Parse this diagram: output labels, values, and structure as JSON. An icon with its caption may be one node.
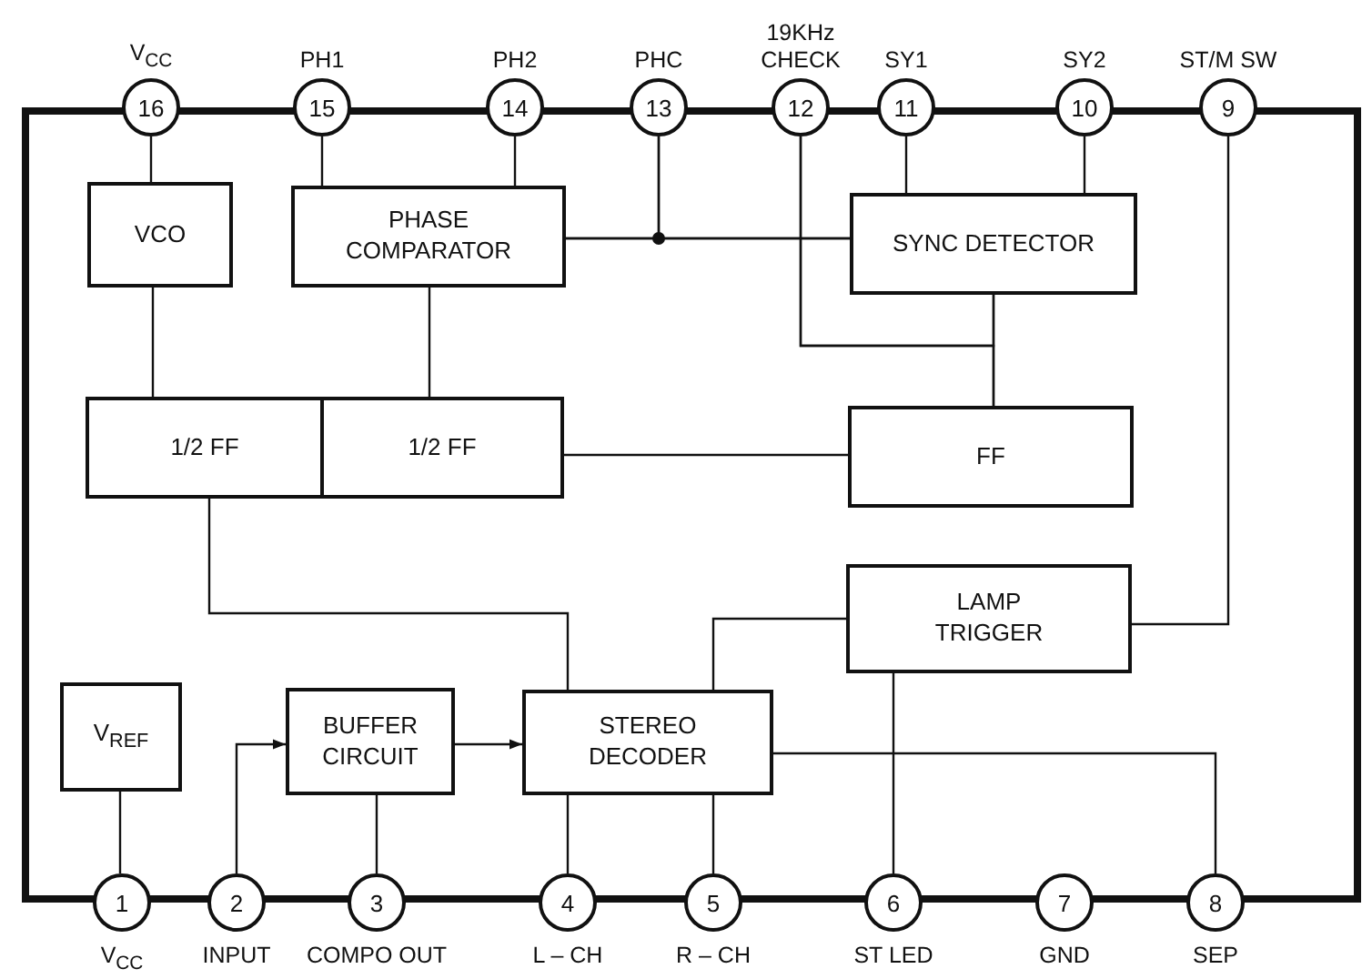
{
  "diagram": {
    "nodes": [
      {
        "text": [],
        "shape": "box"
      },
      {
        "text": [
          "16"
        ],
        "beside": [
          "V$_{CC}$"
        ]
      },
      {
        "text": [
          "15"
        ],
        "beside": [
          "PH1"
        ]
      },
      {
        "text": [
          "14"
        ],
        "beside": [
          "PH2"
        ]
      },
      {
        "text": [
          "13"
        ],
        "beside": [
          "PHC"
        ]
      },
      {
        "text": [
          "12"
        ],
        "beside": [
          "19KHz CHECK"
        ]
      },
      {
        "text": [
          "11"
        ],
        "beside": [
          "SY1"
        ]
      },
      {
        "text": [
          "10"
        ],
        "beside": [
          "SY2"
        ]
      },
      {
        "text": [
          "9"
        ],
        "beside": [
          "ST/M SW"
        ]
      },
      {
        "text": [
          "VCO"
        ],
        "in": 0
      },
      {
        "text": [
          "PHASE COMPARATOR"
        ],
        "in": 0
      },
      {
        "text": [
          "SYNC DETECTOR"
        ],
        "in": 0
      },
      {
        "text": [
          "1/2 FF"
        ],
        "in": 0
      },
      {
        "text": [
          "1/2 FF"
        ],
        "in": 0
      },
      {
        "text": [
          "FF"
        ],
        "in": 0
      },
      {
        "text": [
          "LAMP TRIGGER"
        ],
        "in": 0
      },
      {
        "text": [
          "V$_{REF}$"
        ],
        "in": 0
      },
      {
        "text": [
          "BUFFER CIRCUIT"
        ],
        "in": 0
      },
      {
        "text": [
          "STEREO DECODER"
        ],
        "in": 0
      },
      {
        "text": [
          "1"
        ],
        "beside": [
          "V$_{CC}$"
        ]
      },
      {
        "text": [
          "2"
        ],
        "beside": [
          "INPUT"
        ]
      },
      {
        "text": [
          "3"
        ],
        "beside": [
          "COMPO OUT"
        ]
      },
      {
        "text": [
          "4"
        ],
        "beside": [
          "L – CH"
        ]
      },
      {
        "text": [
          "5"
        ],
        "beside": [
          "R – CH"
        ]
      },
      {
        "text": [
          "6"
        ],
        "beside": [
          "ST LED"
        ]
      },
      {
        "text": [
          "7"
        ],
        "beside": [
          "GND"
        ]
      },
      {
        "text": [
          "8"
        ],
        "beside": [
          "SEP"
        ]
      }
    ],
    "edges": [
      {
        "from": 1,
        "to": 9,
        "arrow": "none"
      },
      {
        "from": 2,
        "to": 10,
        "arrow": "none"
      },
      {
        "from": 3,
        "to": 10,
        "arrow": "none"
      },
      {
        "from": 4,
        "to": 10,
        "arrow": "none"
      },
      {
        "from": 4,
        "to": 11,
        "arrow": "none"
      },
      {
        "from": 10,
        "to": 11,
        "arrow": "none"
      },
      {
        "from": 6,
        "to": 11,
        "arrow": "none"
      },
      {
        "from": 7,
        "to": 11,
        "arrow": "none"
      },
      {
        "from": 11,
        "to": 14,
        "arrow": "none"
      },
      {
        "from": 5,
        "to": 14,
        "arrow": "none"
      },
      {
        "from": 5,
        "to": 11,
        "arrow": "none"
      },
      {
        "from": 9,
        "to": 12,
        "arrow": "none"
      },
      {
        "from": 10,
        "to": 13,
        "arrow": "none"
      },
      {
        "from": 13,
        "to": 14,
        "arrow": "none"
      },
      {
        "from": 12,
        "to": 18,
        "arrow": "none"
      },
      {
        "from": 15,
        "to": 18,
        "arrow": "none"
      },
      {
        "from": 15,
        "to": 8,
        "arrow": "none"
      },
      {
        "from": 15,
        "to": 24,
        "arrow": "none"
      },
      {
        "from": 18,
        "to": 26,
        "arrow": "none"
      },
      {
        "from": 16,
        "to": 19,
        "arrow": "none"
      },
      {
        "from": 20,
        "to": 17,
        "arrow": "to"
      },
      {
        "from": 17,
        "to": 18,
        "arrow": "to"
      },
      {
        "from": 17,
        "to": 21,
        "arrow": "none"
      },
      {
        "from": 18,
        "to": 22,
        "arrow": "none"
      },
      {
        "from": 18,
        "to": 23,
        "arrow": "none"
      }
    ]
  }
}
